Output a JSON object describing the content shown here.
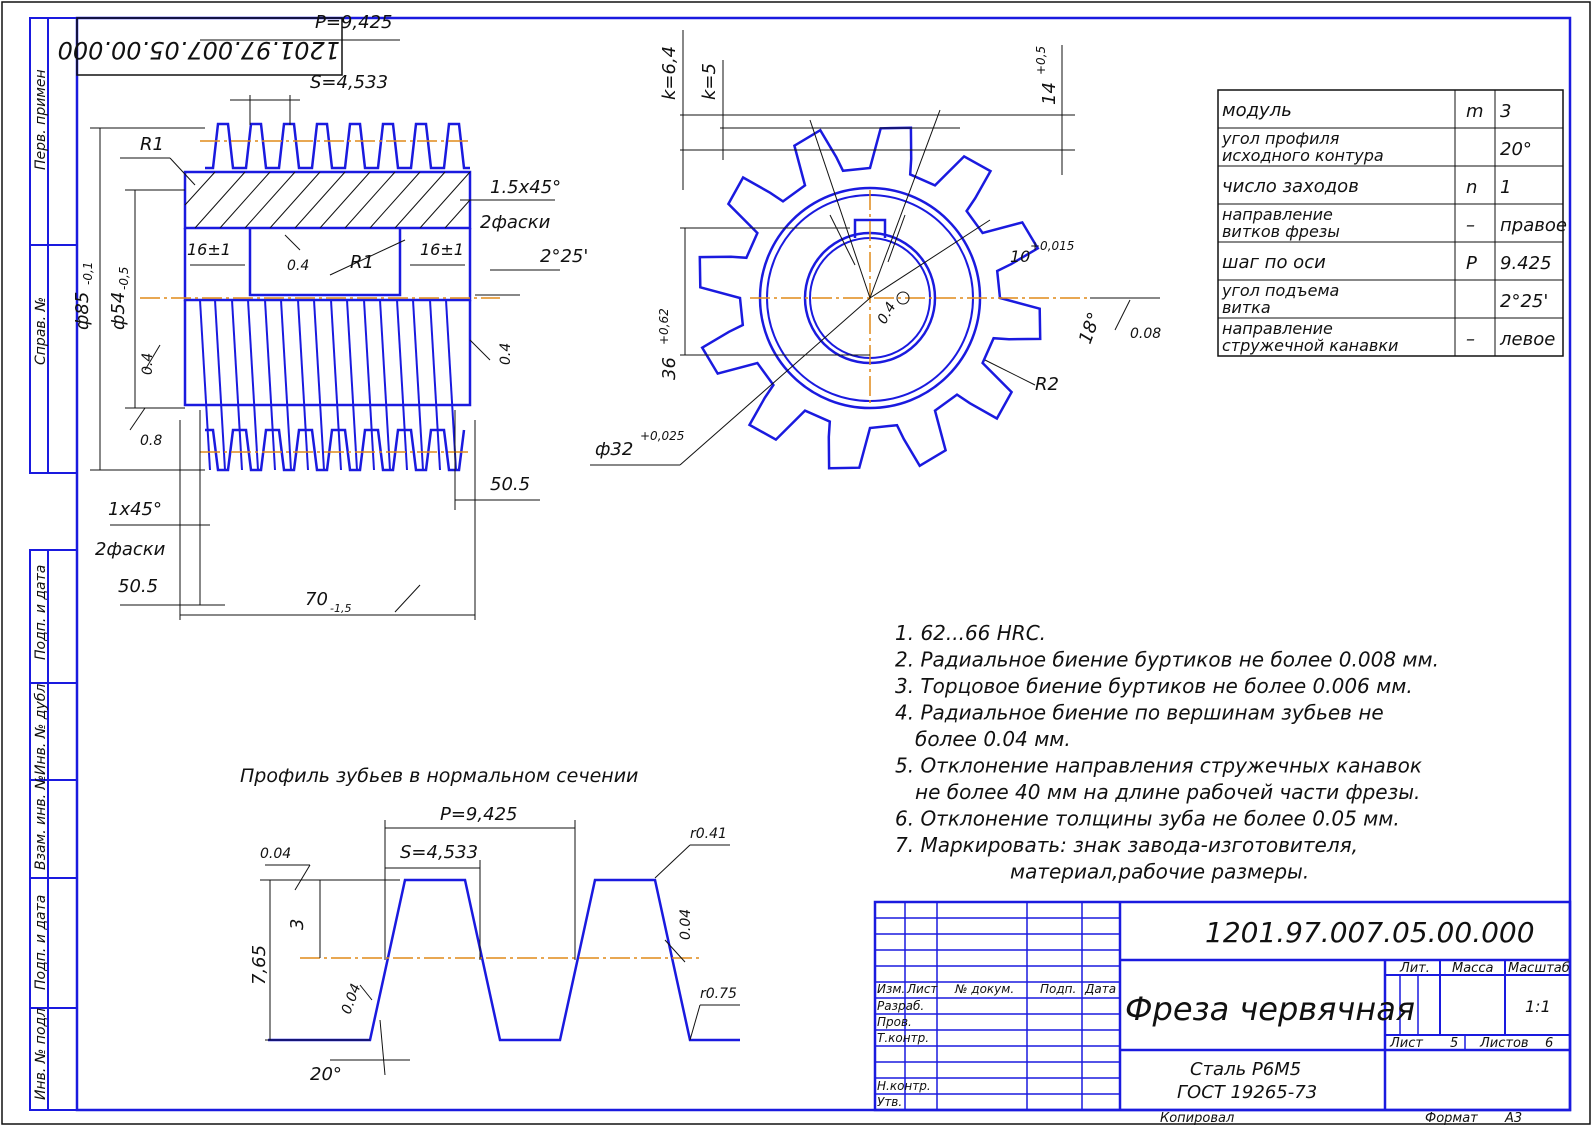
{
  "stamp_top": "1201.97.007.05.00.000",
  "side_column": [
    "Перв. примен",
    "Справ. №",
    "Подп. и дата",
    "Инв. № дубл",
    "Взам. инв. №",
    "Подп. и дата",
    "Инв. № подл"
  ],
  "side_view": {
    "pitch": "P=9,425",
    "thickness": "S=4,533",
    "radius_top": "R1",
    "chamfer": "1.5x45°",
    "chamfer_count": "2фаски",
    "collar_left": "16±1",
    "collar_right": "16±1",
    "roughness_bore": "0.4",
    "radius_inner": "R1",
    "lead_angle": "2°25'",
    "od_nom": "ф85",
    "od_tol": "-0,1",
    "d54_nom": "ф54",
    "d54_tol": "-0,5",
    "rough_left": "0.4",
    "rough_right": "0.4",
    "rough_face": "0.8",
    "len_right": "50.5",
    "chamfer_bottom": "1x45°",
    "chamfer_bottom_count": "2фаски",
    "len_left": "50.5",
    "overall_nom": "70",
    "overall_tol": "-1,5"
  },
  "front_view": {
    "k1": "k=6,4",
    "k2": "k=5",
    "depth": "14",
    "depth_tol": "+0,5",
    "keyway": "10",
    "keyway_tol": "+0,015",
    "key_depth": "36",
    "key_depth_tol": "+0,62",
    "angle": "18°",
    "rough": "0.08",
    "roughness_bore": "0.4",
    "radius": "R2",
    "bore": "ф32",
    "bore_tol": "+0,025"
  },
  "params_table": [
    {
      "name": "модуль",
      "sym": "m",
      "val": "3"
    },
    {
      "name": "угол профиля исходного контура",
      "sym": "",
      "val": "20°"
    },
    {
      "name": "число заходов",
      "sym": "n",
      "val": "1"
    },
    {
      "name": "направление витков фрезы",
      "sym": "–",
      "val": "правое"
    },
    {
      "name": "шаг по оси",
      "sym": "P",
      "val": "9.425"
    },
    {
      "name": "угол подъема витка",
      "sym": "",
      "val": "2°25'"
    },
    {
      "name": "направление стружечной канавки",
      "sym": "–",
      "val": "левое"
    }
  ],
  "notes": [
    "1. 62...66 HRC.",
    "2. Радиальное биение буртиков не более 0.008 мм.",
    "3. Торцовое биение буртиков не более 0.006 мм.",
    "4. Радиальное биение по вершинам зубьев не",
    "более 0.04 мм.",
    "5. Отклонение направления стружечных канавок",
    "не более 40 мм на длине рабочей части фрезы.",
    "6. Отклонение толщины зуба не более 0.05 мм.",
    "7. Маркировать: знак завода-изготовителя,",
    "материал,рабочие размеры."
  ],
  "profile": {
    "title": "Профиль зубьев в нормальном сечении",
    "pitch": "P=9,425",
    "thickness": "S=4,533",
    "rough_top": "0.04",
    "tip_radius": "r0.41",
    "height": "7,65",
    "addendum": "3",
    "rough_flank": "0.04",
    "rough_right": "0.04",
    "root_radius": "r0.75",
    "angle": "20°"
  },
  "title_block": {
    "doc_code": "1201.97.007.05.00.000",
    "name": "Фреза червячная",
    "material": "Сталь Р6М5",
    "standard": "ГОСТ 19265-73",
    "col_headers": [
      "Изм.",
      "Лист",
      "№ докум.",
      "Подп.",
      "Дата"
    ],
    "role_labels": [
      "Разраб.",
      "Пров.",
      "Т.контр.",
      "Н.контр.",
      "Утв."
    ],
    "lit_label": "Лит.",
    "mass_label": "Масса",
    "scale_label": "Масштаб",
    "scale": "1:1",
    "sheet_label": "Лист",
    "sheet_num": "5",
    "sheets_label": "Листов",
    "sheets_num": "6",
    "copied": "Копировал",
    "format_label": "Формат",
    "format": "A3"
  }
}
